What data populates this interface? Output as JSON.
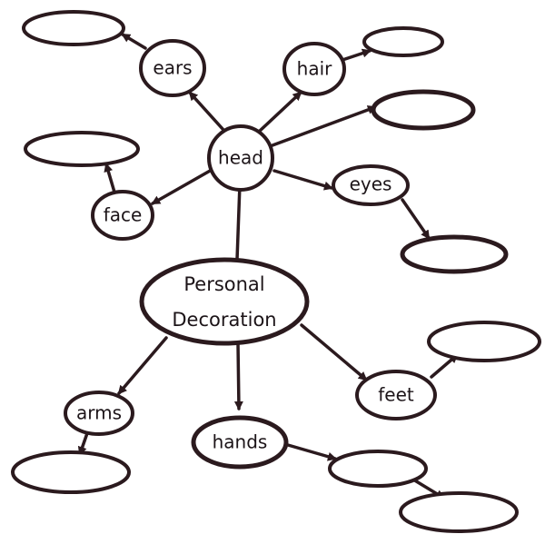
{
  "diagram": {
    "type": "concept-map",
    "ink_color": "#2b1a1e",
    "background": "#ffffff",
    "center": {
      "line1": "Personal",
      "line2": "Decoration"
    },
    "head": "head",
    "ears": "ears",
    "hair": "hair",
    "face": "face",
    "eyes": "eyes",
    "arms": "arms",
    "hands": "hands",
    "feet": "feet",
    "blank_bubbles": 9
  }
}
